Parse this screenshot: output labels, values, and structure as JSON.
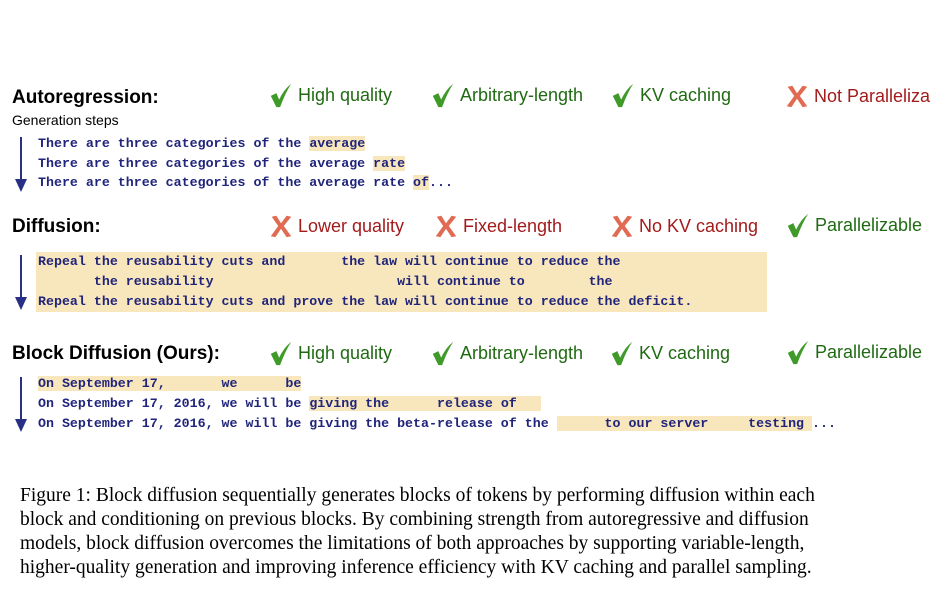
{
  "colors": {
    "good": "#1f6a12",
    "bad": "#a31b1b",
    "check": "#3f9a2a",
    "cross": "#e06a52",
    "highlight": "#f8e7bd",
    "code_text": "#20247a",
    "arrow": "#2a2f86"
  },
  "autoregression": {
    "title": "Autoregression:",
    "subtitle": "Generation steps",
    "features": [
      {
        "icon": "check-icon",
        "label": "High quality"
      },
      {
        "icon": "check-icon",
        "label": "Arbitrary-length"
      },
      {
        "icon": "check-icon",
        "label": "KV caching"
      },
      {
        "icon": "cross-icon",
        "label": "Not Paralleliza"
      }
    ],
    "lines": [
      {
        "plain": "There are three categories of the ",
        "hl": "average"
      },
      {
        "plain": "There are three categories of the average ",
        "hl": "rate"
      },
      {
        "plain": "There are three categories of the average rate ",
        "hl": "of",
        "tail": "..."
      }
    ]
  },
  "diffusion": {
    "title": "Diffusion:",
    "features": [
      {
        "icon": "cross-icon",
        "label": "Lower quality"
      },
      {
        "icon": "cross-icon",
        "label": "Fixed-length"
      },
      {
        "icon": "cross-icon",
        "label": "No KV caching"
      },
      {
        "icon": "check-icon",
        "label": "Parallelizable"
      }
    ],
    "lines": [
      "Repeal the reusability cuts and       the law will continue to reduce the         ",
      "       the reusability                       will continue to        the          ",
      "Repeal the reusability cuts and prove the law will continue to reduce the deficit."
    ]
  },
  "block_diffusion": {
    "title": "Block Diffusion (Ours):",
    "features": [
      {
        "icon": "check-icon",
        "label": "High quality"
      },
      {
        "icon": "check-icon",
        "label": "Arbitrary-length"
      },
      {
        "icon": "check-icon",
        "label": "KV caching"
      },
      {
        "icon": "check-icon",
        "label": "Parallelizable"
      }
    ],
    "lines": [
      {
        "segments": [
          {
            "t": "On September 17,       we      be",
            "hl": true
          }
        ]
      },
      {
        "segments": [
          {
            "t": "On September 17, 2016, we will be ",
            "hl": false
          },
          {
            "t": "giving the      release of   ",
            "hl": true
          }
        ]
      },
      {
        "segments": [
          {
            "t": "On September 17, 2016, we will be giving the beta-release of the ",
            "hl": false
          },
          {
            "t": "      to our server     testing ",
            "hl": true
          },
          {
            "t": "...",
            "hl": false
          }
        ]
      }
    ]
  },
  "caption": {
    "line1": "Figure 1: Block diffusion sequentially generates blocks of tokens by performing diffusion within each",
    "line2": "block and conditioning on previous blocks. By combining strength from autoregressive and diffusion",
    "line3": "models, block diffusion overcomes the limitations of both approaches by supporting variable-length,",
    "line4": "higher-quality generation and improving inference efficiency with KV caching and parallel sampling."
  }
}
